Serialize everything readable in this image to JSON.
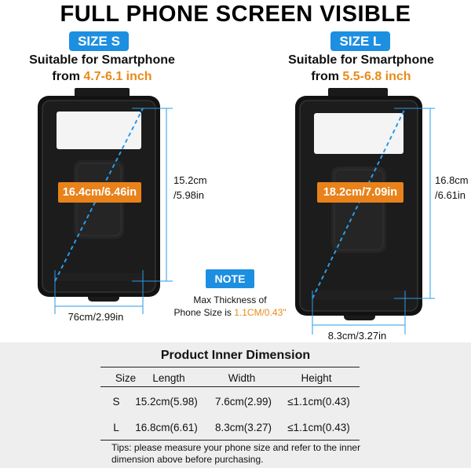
{
  "title": "FULL PHONE SCREEN VISIBLE",
  "size_s": {
    "badge": "SIZE S",
    "suitable": "Suitable for Smartphone",
    "range_prefix": "from",
    "range": "4.7-6.1 inch",
    "diagonal": "16.4cm/6.46in",
    "height_cm": "15.2cm",
    "height_in": "/5.98in",
    "width": "76cm/2.99in"
  },
  "size_l": {
    "badge": "SIZE L",
    "suitable": "Suitable for Smartphone",
    "range_prefix": "from",
    "range": "5.5-6.8 inch",
    "diagonal": "18.2cm/7.09in",
    "height_cm": "16.8cm",
    "height_in": "/6.61in",
    "width": "8.3cm/3.27in"
  },
  "note": {
    "badge": "NOTE",
    "line1": "Max Thickness of",
    "line2_prefix": "Phone Size is",
    "line2_value": "1.1CM/0.43\""
  },
  "table": {
    "title": "Product Inner Dimension",
    "headers": [
      "Size",
      "Length",
      "Width",
      "Height"
    ],
    "rows": [
      [
        "S",
        "15.2cm(5.98)",
        "7.6cm(2.99)",
        "≤1.1cm(0.43)"
      ],
      [
        "L",
        "16.8cm(6.61)",
        "8.3cm(3.27)",
        "≤1.1cm(0.43)"
      ]
    ]
  },
  "tips": "Tips: please measure your phone size and refer to the inner dimension above before purchasing.",
  "colors": {
    "accent_blue": "#1d8fe1",
    "accent_orange": "#e98a18",
    "case_black": "#121212"
  }
}
